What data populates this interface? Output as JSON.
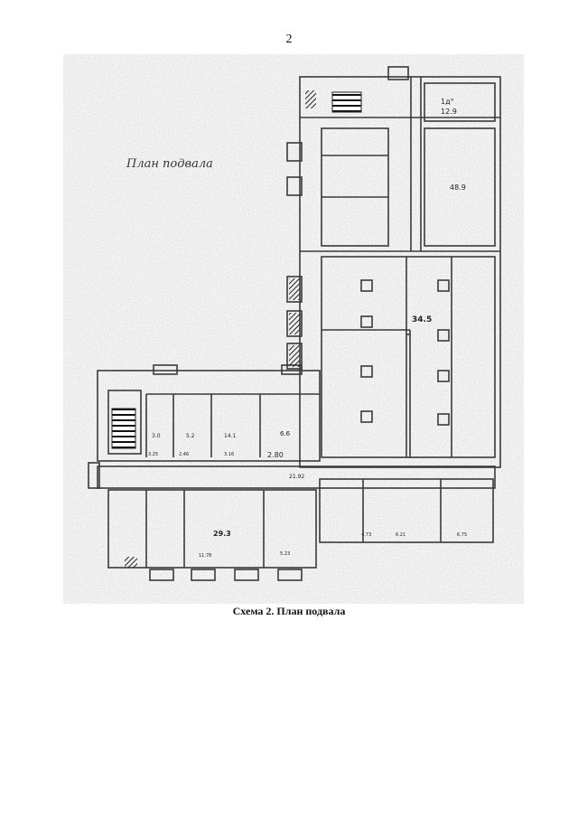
{
  "page": {
    "page_number": "2",
    "caption": "Схема 2. План подвала"
  },
  "plan": {
    "handwritten_title": "План подвала",
    "labels": {
      "top_right_small_a": "1д°",
      "top_right_small_b": "12.9",
      "top_right_large": "48.9",
      "left_room_area_1": "3.0",
      "left_room_area_2": "5.2",
      "left_room_area_3": "14.1",
      "center_room_area": "34.5",
      "corridor_dims": "21.92",
      "bottom_room_area": "29.3",
      "dim_2_80": "2.80",
      "dim_6_6": "6.6",
      "dim_2_46": "2.46",
      "dim_3_16": "3.16",
      "dim_3_25": "3.25",
      "dim_5_23": "5.23",
      "dim_6_21": "6.21",
      "dim_6_75": "6.75",
      "dim_4_73": "4.73",
      "dim_11_78": "11.78"
    },
    "colors": {
      "line": "#3a3a3a",
      "hatch": "#222222",
      "noise": "#9a9a9a",
      "paper": "#f4f4f4"
    }
  }
}
